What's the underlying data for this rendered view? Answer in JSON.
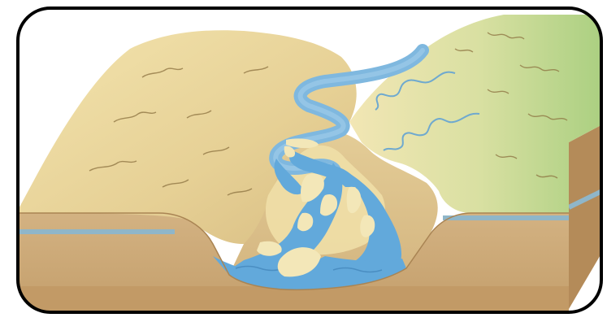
{
  "diagram": {
    "kind": "geologic block diagram",
    "parts": [
      "frame-border",
      "left-upland-slope",
      "right-upland-slope",
      "valley-floor",
      "meandering-stream",
      "braided-river-channel",
      "sandbar-islands",
      "floodplain-deposits",
      "rock-layer-band-left",
      "rock-layer-band-right",
      "front-cross-section",
      "right-side-cross-section",
      "slope-texture-strokes"
    ],
    "text_labels": []
  },
  "colors": {
    "frame": "#000000",
    "upland_tan": "#e9d79d",
    "upland_light": "#f2e6b4",
    "upland_green": "#bcd58b",
    "block_side": "#caa778",
    "block_side_dark": "#b48b59",
    "valley_floor": "#d9bf8c",
    "water": "#62a9db",
    "water_light": "#9ccbe8",
    "sand": "#f3e7b8",
    "layer_band": "#8fb6c9",
    "stroke": "#8c7240"
  }
}
